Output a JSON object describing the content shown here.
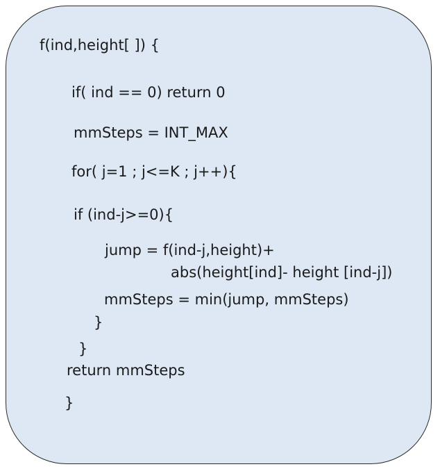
{
  "code": {
    "lines": [
      "f(ind,height[ ]) {",
      "if( ind == 0) return 0",
      "mmSteps = INT_MAX",
      "for( j=1 ; j<=K ; j++){",
      "if (ind-j>=0){",
      "jump = f(ind-j,height)+",
      "abs(height[ind]- height [ind-j])",
      "mmSteps = min(jump, mmSteps)",
      "}",
      "}",
      "return mmSteps",
      "}"
    ]
  },
  "colors": {
    "card_fill": "#dde8f4",
    "card_border": "#2b2b2b",
    "text": "#1a1a1a"
  }
}
